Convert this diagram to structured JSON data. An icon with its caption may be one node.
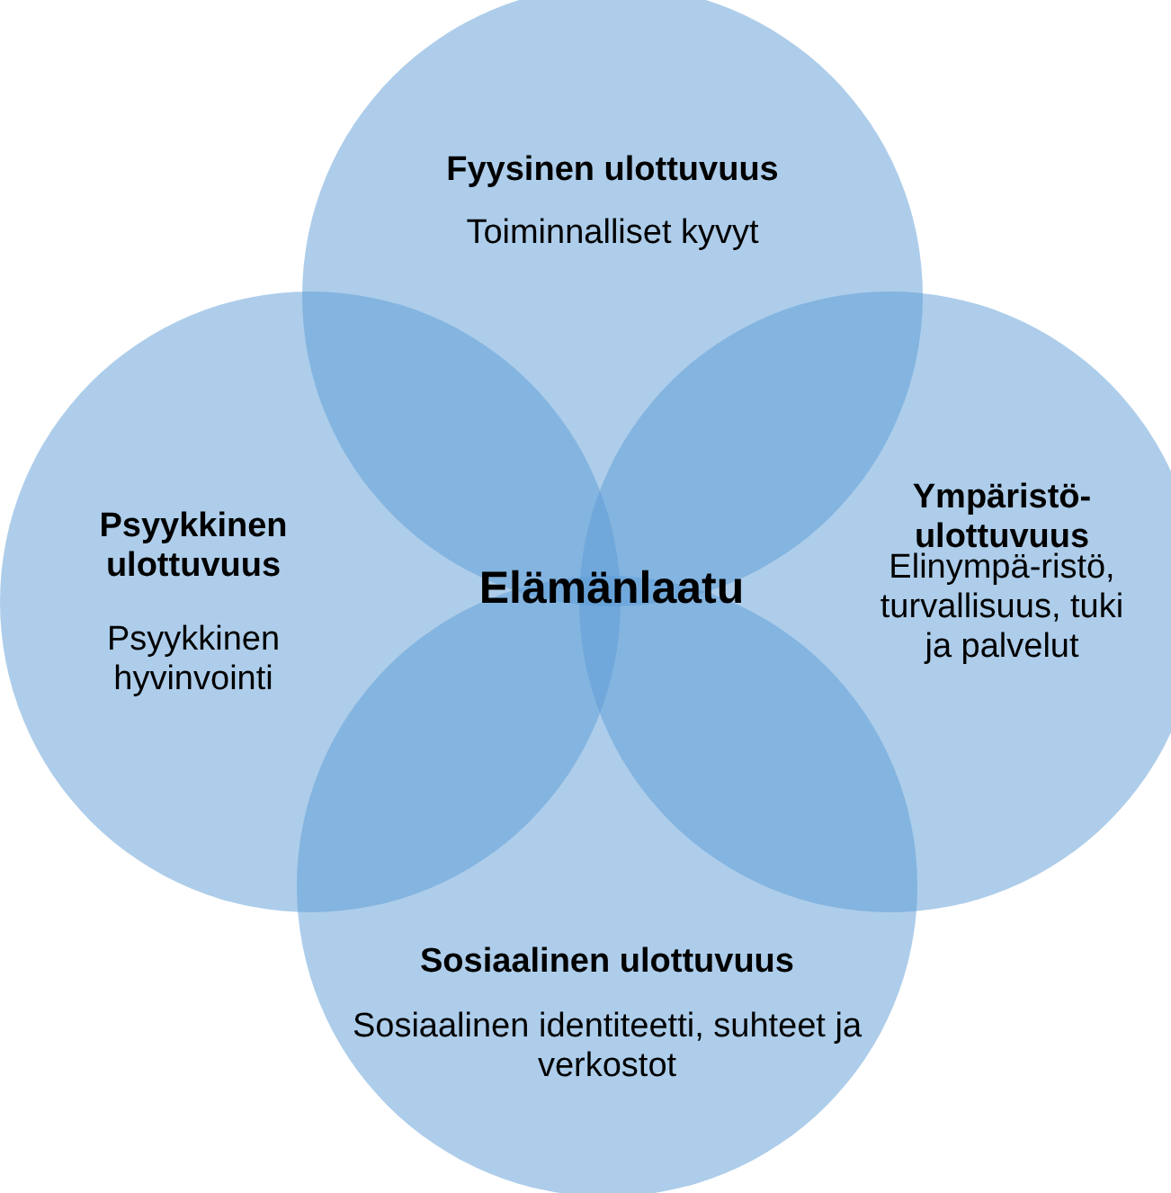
{
  "diagram": {
    "nodes": [
      {
        "text": [
          "Fyysinen ulottuvuus",
          "Toiminnalliset kyvyt"
        ]
      },
      {
        "text": [
          "Psyykkinen ulottuvuus",
          "Psyykkinen hyvinvointi"
        ]
      },
      {
        "text": [
          "Ympäristö-ulottuvuus",
          "Elinympä-ristö, turvallisuus, tuki ja palvelut"
        ]
      },
      {
        "text": [
          "Sosiaalinen ulottuvuus",
          "Sosiaalinen identiteetti, suhteet ja verkostot"
        ]
      }
    ],
    "edges": [],
    "labels": [
      "Elämänlaatu"
    ]
  }
}
